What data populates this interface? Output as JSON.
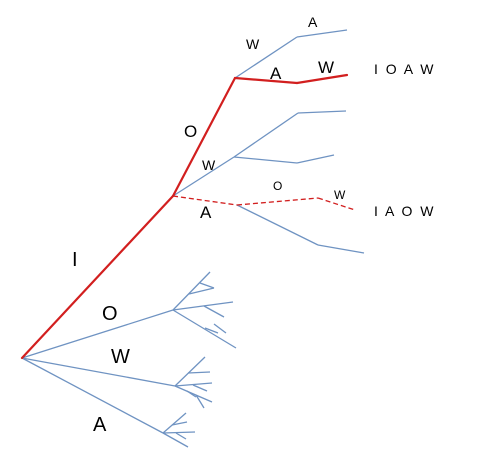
{
  "colors": {
    "branch": "#6f93c2",
    "highlight": "#d21f1f",
    "text": "#000000",
    "background": "#ffffff"
  },
  "labels": {
    "root_I": "I",
    "root_O": "O",
    "root_W": "W",
    "root_A": "A",
    "I_O": "O",
    "I_W": "W",
    "I_A": "A",
    "IO_W": "W",
    "IO_A": "A",
    "IOA_W": "W",
    "IOW_A": "A",
    "IA_O": "O",
    "IAO_W": "W"
  },
  "sequences": {
    "upper": "I O A W",
    "lower": "I A O W"
  }
}
